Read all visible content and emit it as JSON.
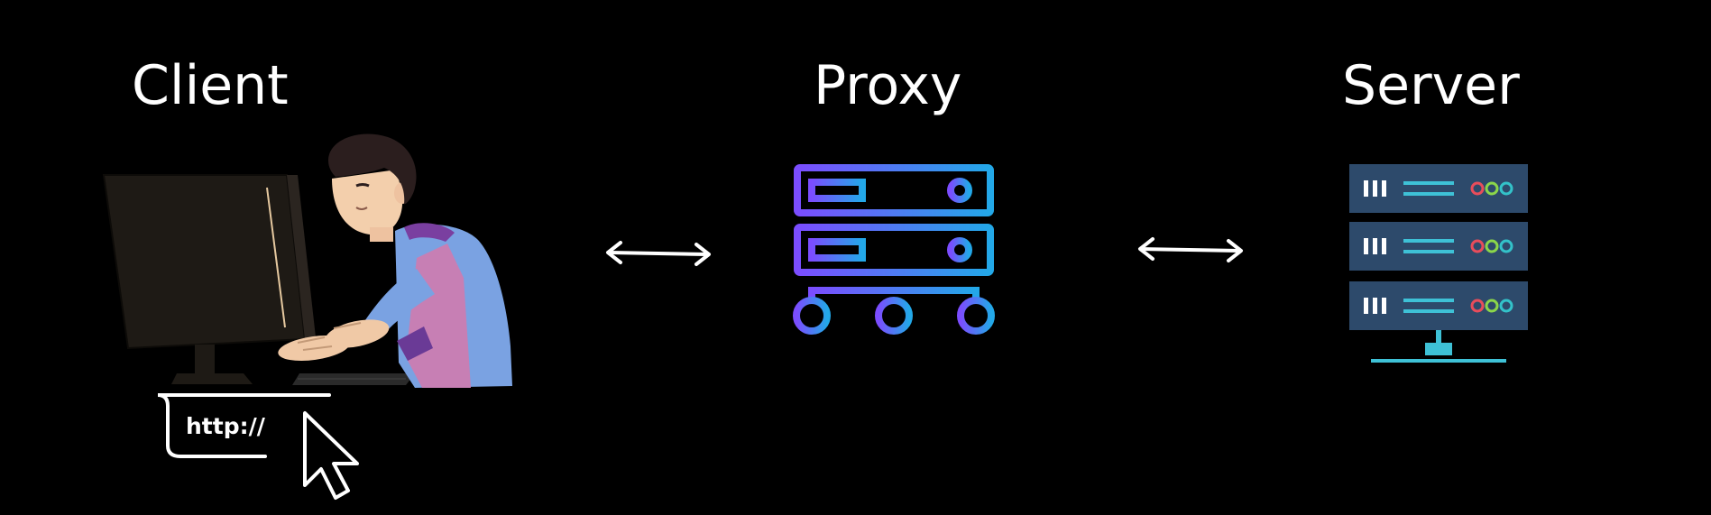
{
  "labels": {
    "client": "Client",
    "proxy": "Proxy",
    "server": "Server"
  },
  "client": {
    "url_text": "http://"
  },
  "icons": {
    "client": "person-at-computer-illustration",
    "address-bar": "url-bar-icon",
    "pointer": "mouse-cursor-icon",
    "arrows": "double-headed-arrow-icon",
    "proxy": "proxy-server-network-icon",
    "server": "server-rack-icon"
  },
  "colors": {
    "background": "#000000",
    "text": "#ffffff",
    "proxy_gradient_start": "#7b4dff",
    "proxy_gradient_end": "#23a8e8",
    "server_panel": "#2d4a6b",
    "server_line": "#3ec1d6",
    "server_led_red": "#e84d5b",
    "server_led_green": "#8bd64a",
    "server_led_teal": "#33c2c9"
  }
}
